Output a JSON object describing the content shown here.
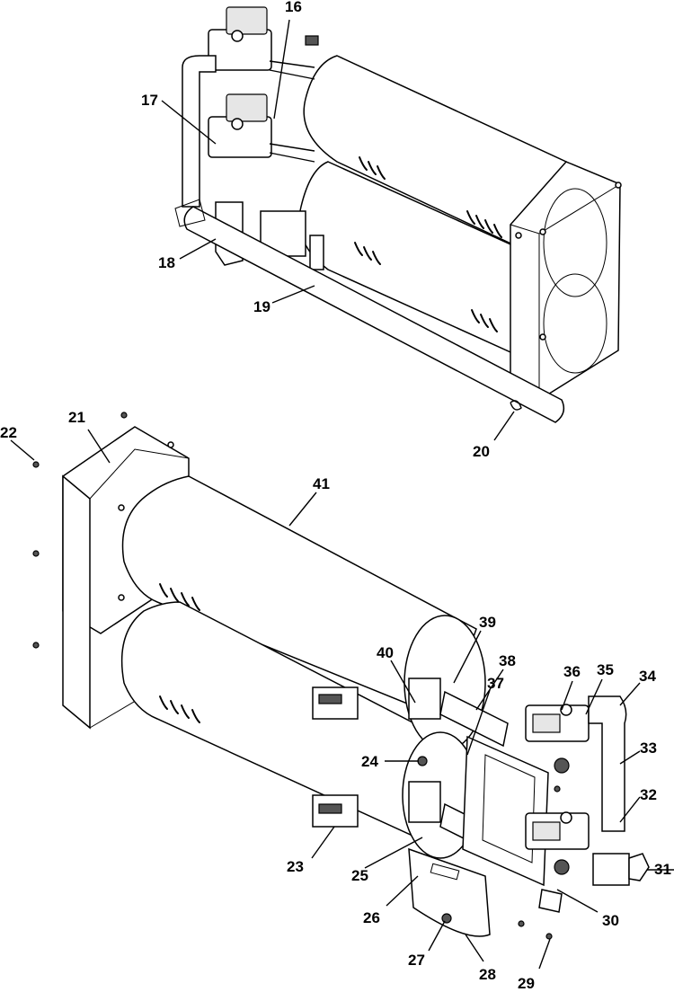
{
  "callouts": [
    {
      "id": "16",
      "text": "16"
    },
    {
      "id": "17",
      "text": "17"
    },
    {
      "id": "18",
      "text": "18"
    },
    {
      "id": "19",
      "text": "19"
    },
    {
      "id": "20",
      "text": "20"
    },
    {
      "id": "21",
      "text": "21"
    },
    {
      "id": "22",
      "text": "22"
    },
    {
      "id": "23",
      "text": "23"
    },
    {
      "id": "24",
      "text": "24"
    },
    {
      "id": "25",
      "text": "25"
    },
    {
      "id": "26",
      "text": "26"
    },
    {
      "id": "27",
      "text": "27"
    },
    {
      "id": "28",
      "text": "28"
    },
    {
      "id": "29",
      "text": "29"
    },
    {
      "id": "30",
      "text": "30"
    },
    {
      "id": "31",
      "text": "31"
    },
    {
      "id": "32",
      "text": "32"
    },
    {
      "id": "33",
      "text": "33"
    },
    {
      "id": "34",
      "text": "34"
    },
    {
      "id": "35",
      "text": "35"
    },
    {
      "id": "36",
      "text": "36"
    },
    {
      "id": "37",
      "text": "37"
    },
    {
      "id": "38",
      "text": "38"
    },
    {
      "id": "39",
      "text": "39"
    },
    {
      "id": "40",
      "text": "40"
    },
    {
      "id": "41",
      "text": "41"
    }
  ]
}
